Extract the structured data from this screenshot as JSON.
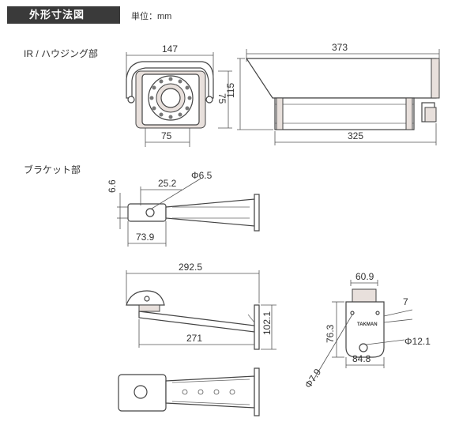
{
  "header": {
    "title": "外形寸法図",
    "unit": "単位：mm"
  },
  "sections": {
    "ir_housing": "IR / ハウジング部",
    "bracket": "ブラケット部"
  },
  "dimensions": {
    "front_width": "147",
    "front_height_inner": "75",
    "front_width_inner": "75",
    "side_length": "373",
    "side_height": "115",
    "side_bottom_length": "325",
    "br_top_height": "6.6",
    "br_top_len": "25.2",
    "br_top_dia": "Φ6.5",
    "br_top_width": "73.9",
    "br_side_length": "292.5",
    "br_side_arm": "271",
    "br_side_height": "102.1",
    "plate_top": "60.9",
    "plate_angle": "7",
    "plate_height": "76.3",
    "plate_hole": "Φ12.1",
    "plate_width": "84.8",
    "plate_small_hole": "Φ7.9"
  },
  "plate_text": "TAKMAN"
}
